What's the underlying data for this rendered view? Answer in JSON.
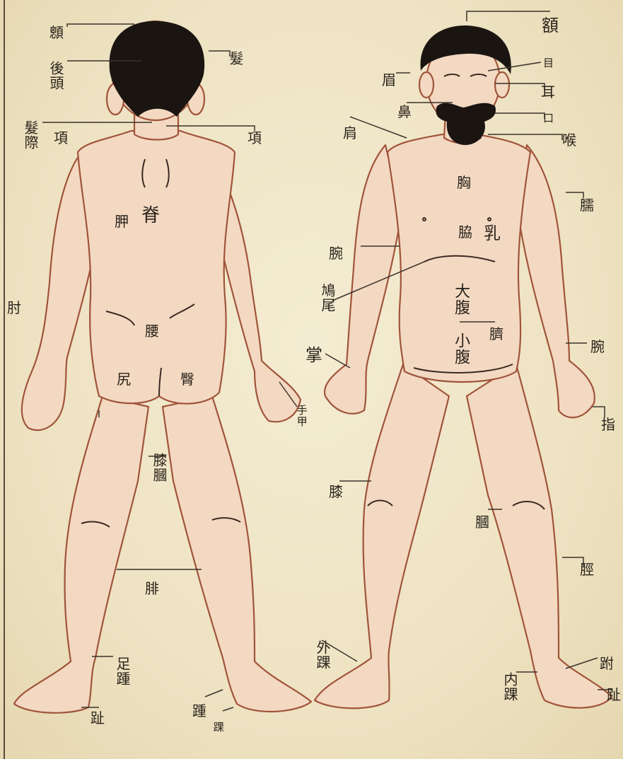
{
  "colors": {
    "paper": "#efe6c9",
    "skin": "#f3d9c2",
    "outline": "#a0543a",
    "hair": "#1b1512",
    "ink": "#2a231c",
    "leader": "#3a332b"
  },
  "back_figure": {
    "labels": {
      "top_left": "顖",
      "back_of_head": "後頭",
      "hair_whorl": "髮",
      "hairline": "髮際",
      "nape_left": "項",
      "nape_right": "項",
      "scapula": "胛",
      "spine": "脊",
      "elbow": "肘",
      "waist": "腰",
      "buttock_left": "尻",
      "buttock_right": "臀",
      "nail": "手甲",
      "knee_back": "膝膕",
      "calf": "腓",
      "heel": "足踵",
      "toe": "趾",
      "sole": "踵",
      "ankle": "踝"
    }
  },
  "front_figure": {
    "labels": {
      "forehead": "額",
      "brow": "眉",
      "eye": "目",
      "ear": "耳",
      "nose": "鼻",
      "mouth": "口",
      "shoulder": "肩",
      "throat": "喉",
      "chest": "胸",
      "nipple": "乳",
      "flank": "脇",
      "upper_arm": "臑",
      "elbow_crease": "腕",
      "abdomen_side": "鳩尾",
      "upper_abdomen": "大腹",
      "navel": "臍",
      "lower_abdomen": "小腹",
      "palm": "掌",
      "wrist": "腕",
      "finger": "指",
      "knee": "膝",
      "knee_inner": "膕",
      "shin": "脛",
      "outer_ankle": "外踝",
      "inner_ankle": "内踝",
      "heel_label": "跗",
      "toe_label": "趾"
    }
  }
}
